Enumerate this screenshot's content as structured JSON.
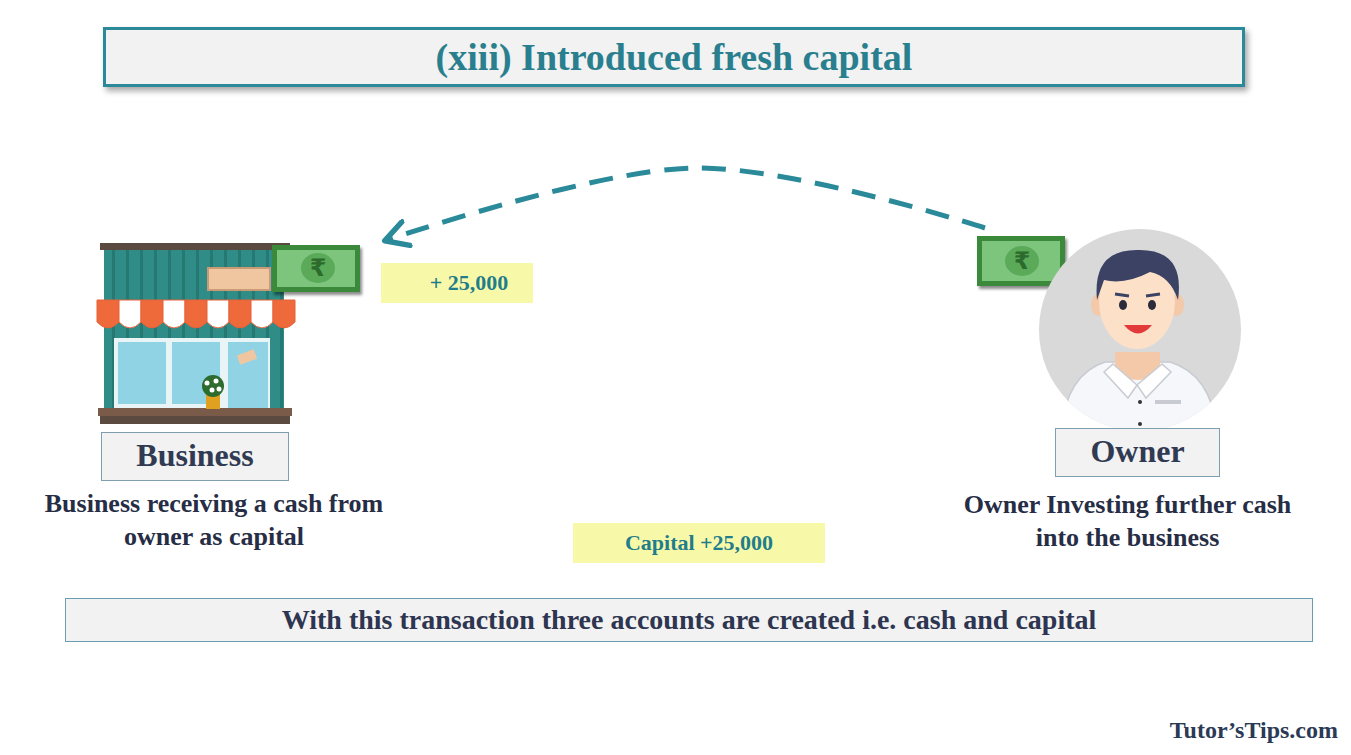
{
  "diagram": {
    "title": "(xiii) Introduced fresh capital",
    "nodes": [
      {
        "text": [
          "+ 25,000"
        ]
      },
      {
        "text": [
          "Business",
          "Business receiving a cash from owner as capital"
        ]
      },
      {
        "text": [
          "Owner",
          "Owner Investing further cash into the business"
        ]
      },
      {
        "text": [
          "Capital  +25,000"
        ]
      },
      {
        "text": [
          "With this transaction three accounts are created i.e. cash and capital"
        ]
      }
    ],
    "edges": [
      {
        "from": 2,
        "to": 1,
        "arrow": "to"
      }
    ],
    "labels": [
      "₹",
      "₹",
      "Tutor’sTips.com"
    ]
  }
}
